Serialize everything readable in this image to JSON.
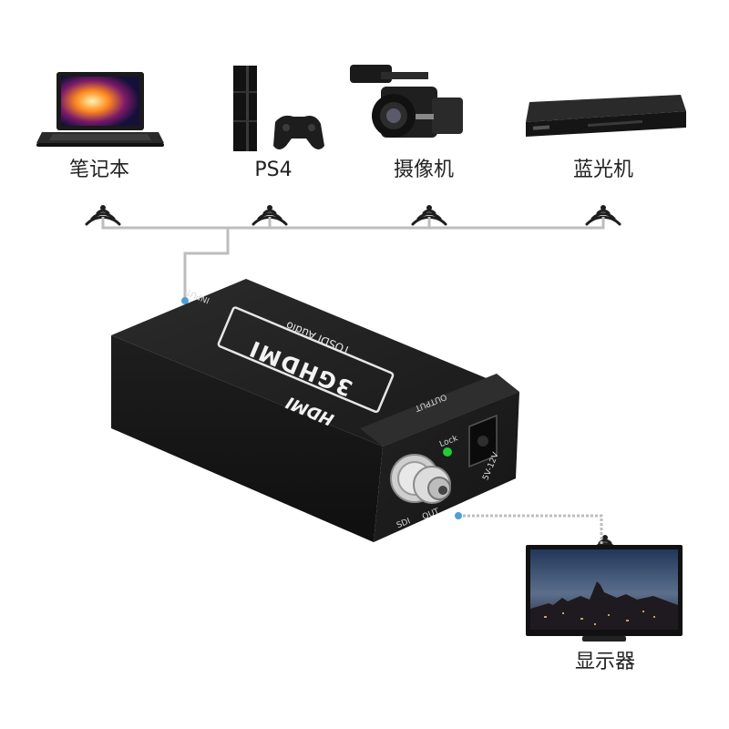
{
  "devices": [
    {
      "label": "笔记本"
    },
    {
      "label": "PS4"
    },
    {
      "label": "摄像机"
    },
    {
      "label": "蓝光机"
    }
  ],
  "display": {
    "label": "显示器"
  },
  "converter": {
    "brand_logo": "HDMI",
    "model": "3GHDMI",
    "subtitle": "TOSDI Audio",
    "port_input": "INPUT",
    "port_output": "OUTPUT",
    "led_label": "Lock",
    "power_label": "5V-12V",
    "sdi_label": "SDI",
    "out_label": "OUT"
  },
  "colors": {
    "line": "#bdbdbd",
    "dot": "#4a9fd8",
    "led": "#22cc33",
    "body": "#1c1c1c"
  },
  "icons": [
    "laptop-icon",
    "game-console-icon",
    "camcorder-icon",
    "bluray-player-icon",
    "tv-icon",
    "wireless-signal-icon"
  ]
}
